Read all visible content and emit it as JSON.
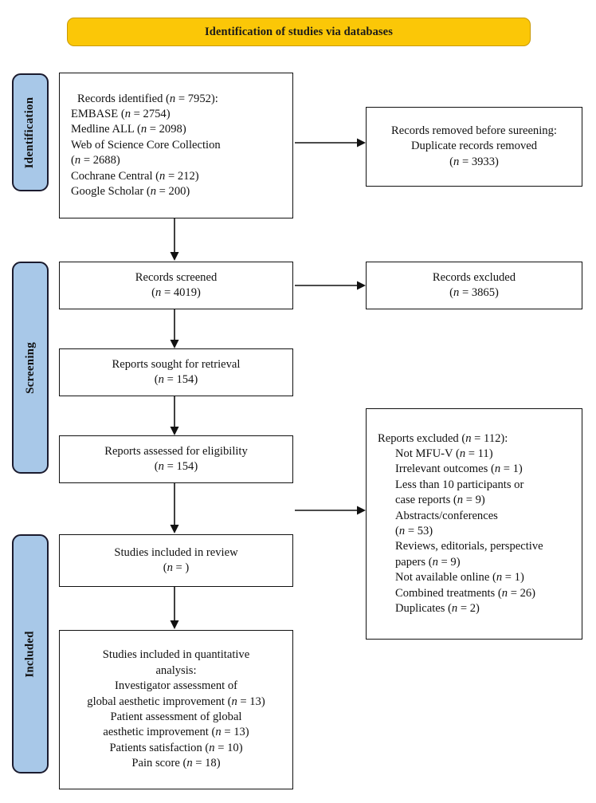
{
  "diagram": {
    "title": "PRISMA flow diagram",
    "banner": {
      "label": "Identification of studies via databases",
      "background": "#FBC707",
      "text_color": "#1a1a1a"
    },
    "stage_color": "#A8C8E8",
    "stages": [
      {
        "id": "identification",
        "label": "Identification"
      },
      {
        "id": "screening",
        "label": "Screening"
      },
      {
        "id": "included",
        "label": "Included"
      }
    ],
    "boxes": {
      "records_identified": {
        "lines": [
          "Records identified (n = 7952):",
          "EMBASE (n = 2754)",
          "Medline ALL (n = 2098)",
          "Web of Science Core Collection",
          "(n = 2688)",
          "Cochrane Central (n = 212)",
          "Google Scholar (n = 200)"
        ]
      },
      "records_removed": {
        "lines": [
          "Records removed before sureening:",
          "Duplicate records removed",
          "(n = 3933)"
        ]
      },
      "records_screened": {
        "lines": [
          "Records screened",
          "(n = 4019)"
        ]
      },
      "records_excluded": {
        "lines": [
          "Records excluded",
          "(n = 3865)"
        ]
      },
      "reports_sought": {
        "lines": [
          "Reports sought for retrieval",
          "(n = 154)"
        ]
      },
      "reports_assessed": {
        "lines": [
          "Reports assessed for eligibility",
          "(n = 154)"
        ]
      },
      "reports_excluded": {
        "lines": [
          "Reports excluded (n = 112):",
          "Not MFU-V (n = 11)",
          "Irrelevant outcomes (n = 1)",
          "Less than 10 participants or",
          "case reports (n = 9)",
          "Abstracts/conferences",
          "(n = 53)",
          "Reviews, editorials, perspective",
          "papers (n = 9)",
          "Not available online (n = 1)",
          "Combined treatments (n = 26)",
          "Duplicates (n = 2)"
        ]
      },
      "studies_included_review": {
        "lines": [
          "Studies included in review",
          "(n =     )"
        ]
      },
      "studies_included_quantitative": {
        "lines": [
          "Studies included in quantitative",
          "analysis:",
          "Investigator assessment of",
          "global aesthetic improvement (n = 13)",
          "Patient assessment of global",
          "aesthetic improvement (n = 13)",
          "Patients satisfaction (n = 10)",
          "Pain score (n = 18)"
        ]
      }
    }
  }
}
